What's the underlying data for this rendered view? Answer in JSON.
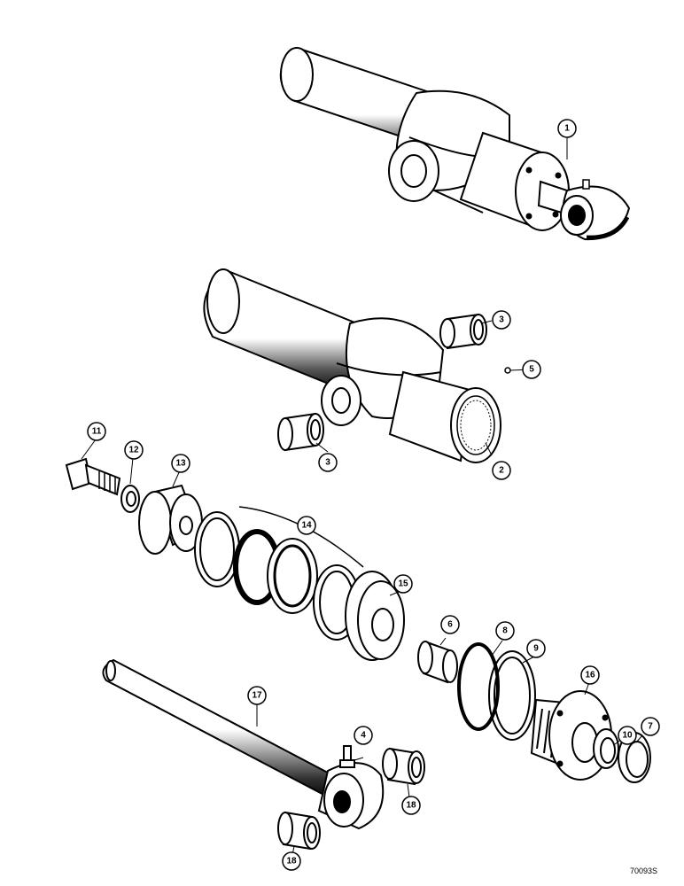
{
  "drawing_number": "70093S",
  "callouts": [
    {
      "id": "c1",
      "label": "1"
    },
    {
      "id": "c2",
      "label": "2"
    },
    {
      "id": "c3a",
      "label": "3"
    },
    {
      "id": "c3b",
      "label": "3"
    },
    {
      "id": "c4",
      "label": "4"
    },
    {
      "id": "c5",
      "label": "5"
    },
    {
      "id": "c6",
      "label": "6"
    },
    {
      "id": "c7",
      "label": "7"
    },
    {
      "id": "c8",
      "label": "8"
    },
    {
      "id": "c9",
      "label": "9"
    },
    {
      "id": "c10",
      "label": "10"
    },
    {
      "id": "c11",
      "label": "11"
    },
    {
      "id": "c12",
      "label": "12"
    },
    {
      "id": "c13",
      "label": "13"
    },
    {
      "id": "c14",
      "label": "14"
    },
    {
      "id": "c15",
      "label": "15"
    },
    {
      "id": "c16",
      "label": "16"
    },
    {
      "id": "c17",
      "label": "17"
    },
    {
      "id": "c18a",
      "label": "18"
    },
    {
      "id": "c18b",
      "label": "18"
    }
  ]
}
